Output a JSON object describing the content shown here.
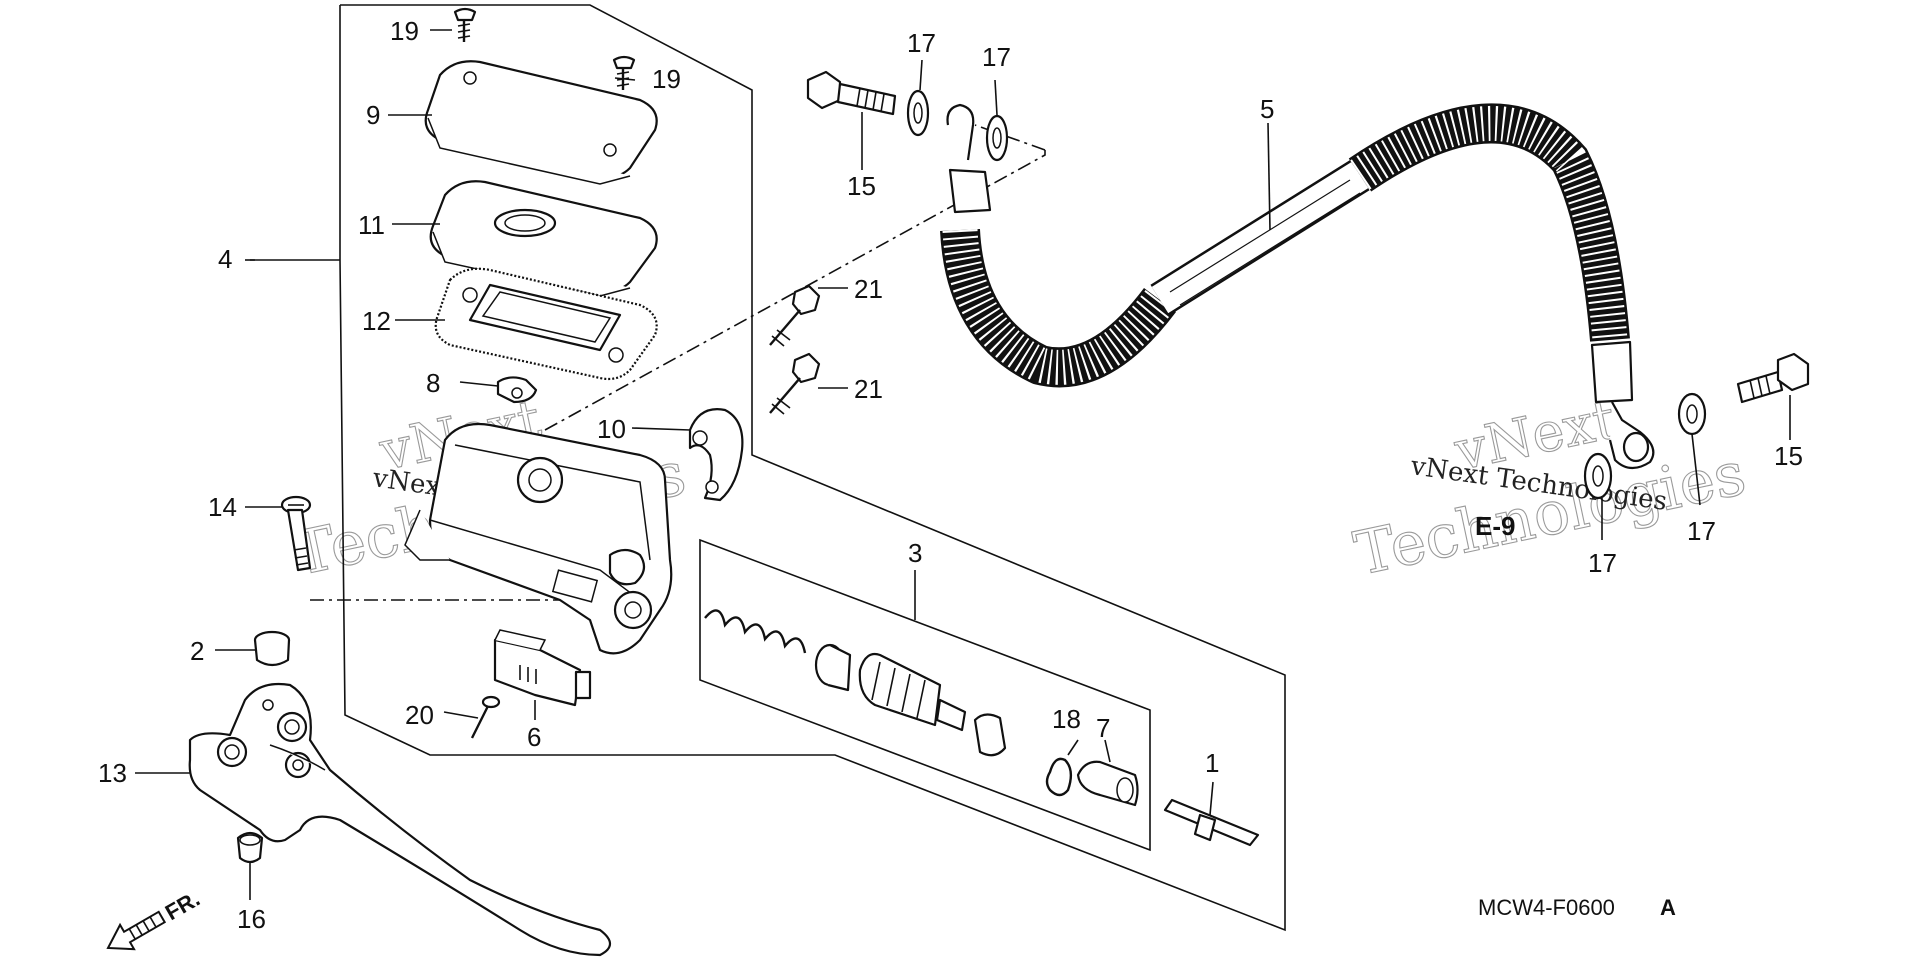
{
  "diagram": {
    "part_labels": {
      "p1": "1",
      "p2": "2",
      "p3": "3",
      "p4": "4",
      "p5": "5",
      "p6": "6",
      "p7": "7",
      "p8": "8",
      "p9": "9",
      "p10": "10",
      "p11": "11",
      "p12": "12",
      "p13": "13",
      "p14": "14",
      "p15a": "15",
      "p15b": "15",
      "p16": "16",
      "p17a": "17",
      "p17b": "17",
      "p17c": "17",
      "p17d": "17",
      "p18": "18",
      "p19a": "19",
      "p19b": "19",
      "p20": "20",
      "p21a": "21",
      "p21b": "21"
    },
    "reference": "E-9",
    "diagram_code": "MCW4-F0600",
    "diagram_code_suffix": "A",
    "front_indicator": "FR.",
    "watermarks": {
      "wm1_line1": "vNext",
      "wm1_line2": "Technologies",
      "wm1_small": "vNext Technologies",
      "wm2_line1": "vNext",
      "wm2_line2": "Technologies",
      "wm2_small": "vNext Technologies"
    }
  }
}
